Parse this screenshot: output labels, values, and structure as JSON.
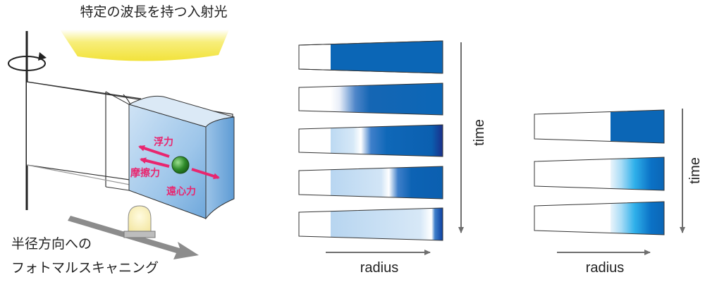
{
  "labels": {
    "light": "特定の波長を持つ入射光",
    "scan_line1": "半径方向への",
    "scan_line2": "フォトマルスキャニング",
    "buoyancy": "浮力",
    "friction": "摩擦力",
    "centrifugal": "遠心力",
    "time_a": "time",
    "radius_a": "radius",
    "time_b": "time",
    "radius_b": "radius"
  },
  "colors": {
    "accent": "#e8266f",
    "band": "#0b66b6",
    "light": "#f2e23a"
  },
  "panel_a": {
    "cells": [
      {
        "kind": "solid"
      },
      {
        "kind": "boundary-faint"
      },
      {
        "kind": "boundary-mid"
      },
      {
        "kind": "boundary-late"
      },
      {
        "kind": "pellet"
      }
    ]
  },
  "panel_b": {
    "cells": [
      {
        "kind": "solid"
      },
      {
        "kind": "bright-edge"
      },
      {
        "kind": "bright-edge"
      }
    ]
  }
}
